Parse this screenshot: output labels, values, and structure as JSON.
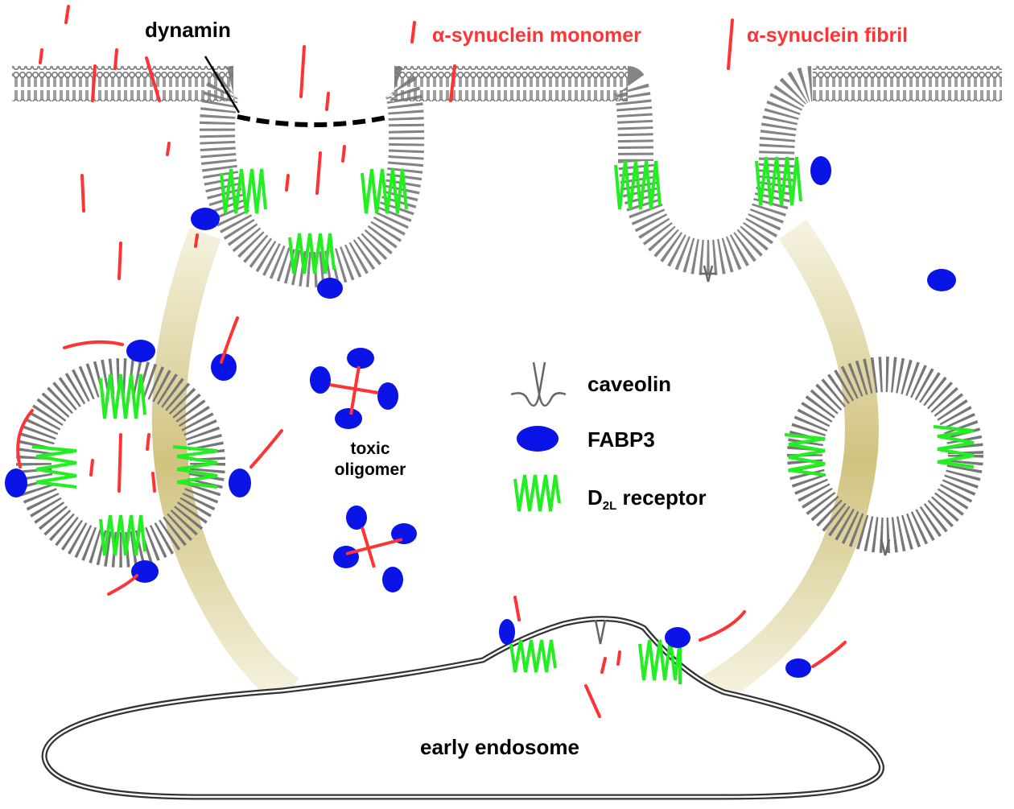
{
  "labels": {
    "dynamin": "dynamin",
    "monomer": "α-synuclein monomer",
    "fibril": "α-synuclein fibril",
    "toxic_line1": "toxic",
    "toxic_line2": "oligomer",
    "early_endosome": "early endosome"
  },
  "legend": {
    "items": [
      {
        "icon": "caveolin-icon",
        "label": "caveolin"
      },
      {
        "icon": "fabp3-icon",
        "label": "FABP3"
      },
      {
        "icon": "d2l-receptor-icon",
        "label_main": "D",
        "label_sub": "2L",
        "label_rest": " receptor"
      }
    ]
  },
  "colors": {
    "membrane": "#777777",
    "synuclein": "#ff3333",
    "fabp3": "#0a14e6",
    "receptor": "#22ee22",
    "pathway": "#c9b96a",
    "text": "#000000"
  }
}
